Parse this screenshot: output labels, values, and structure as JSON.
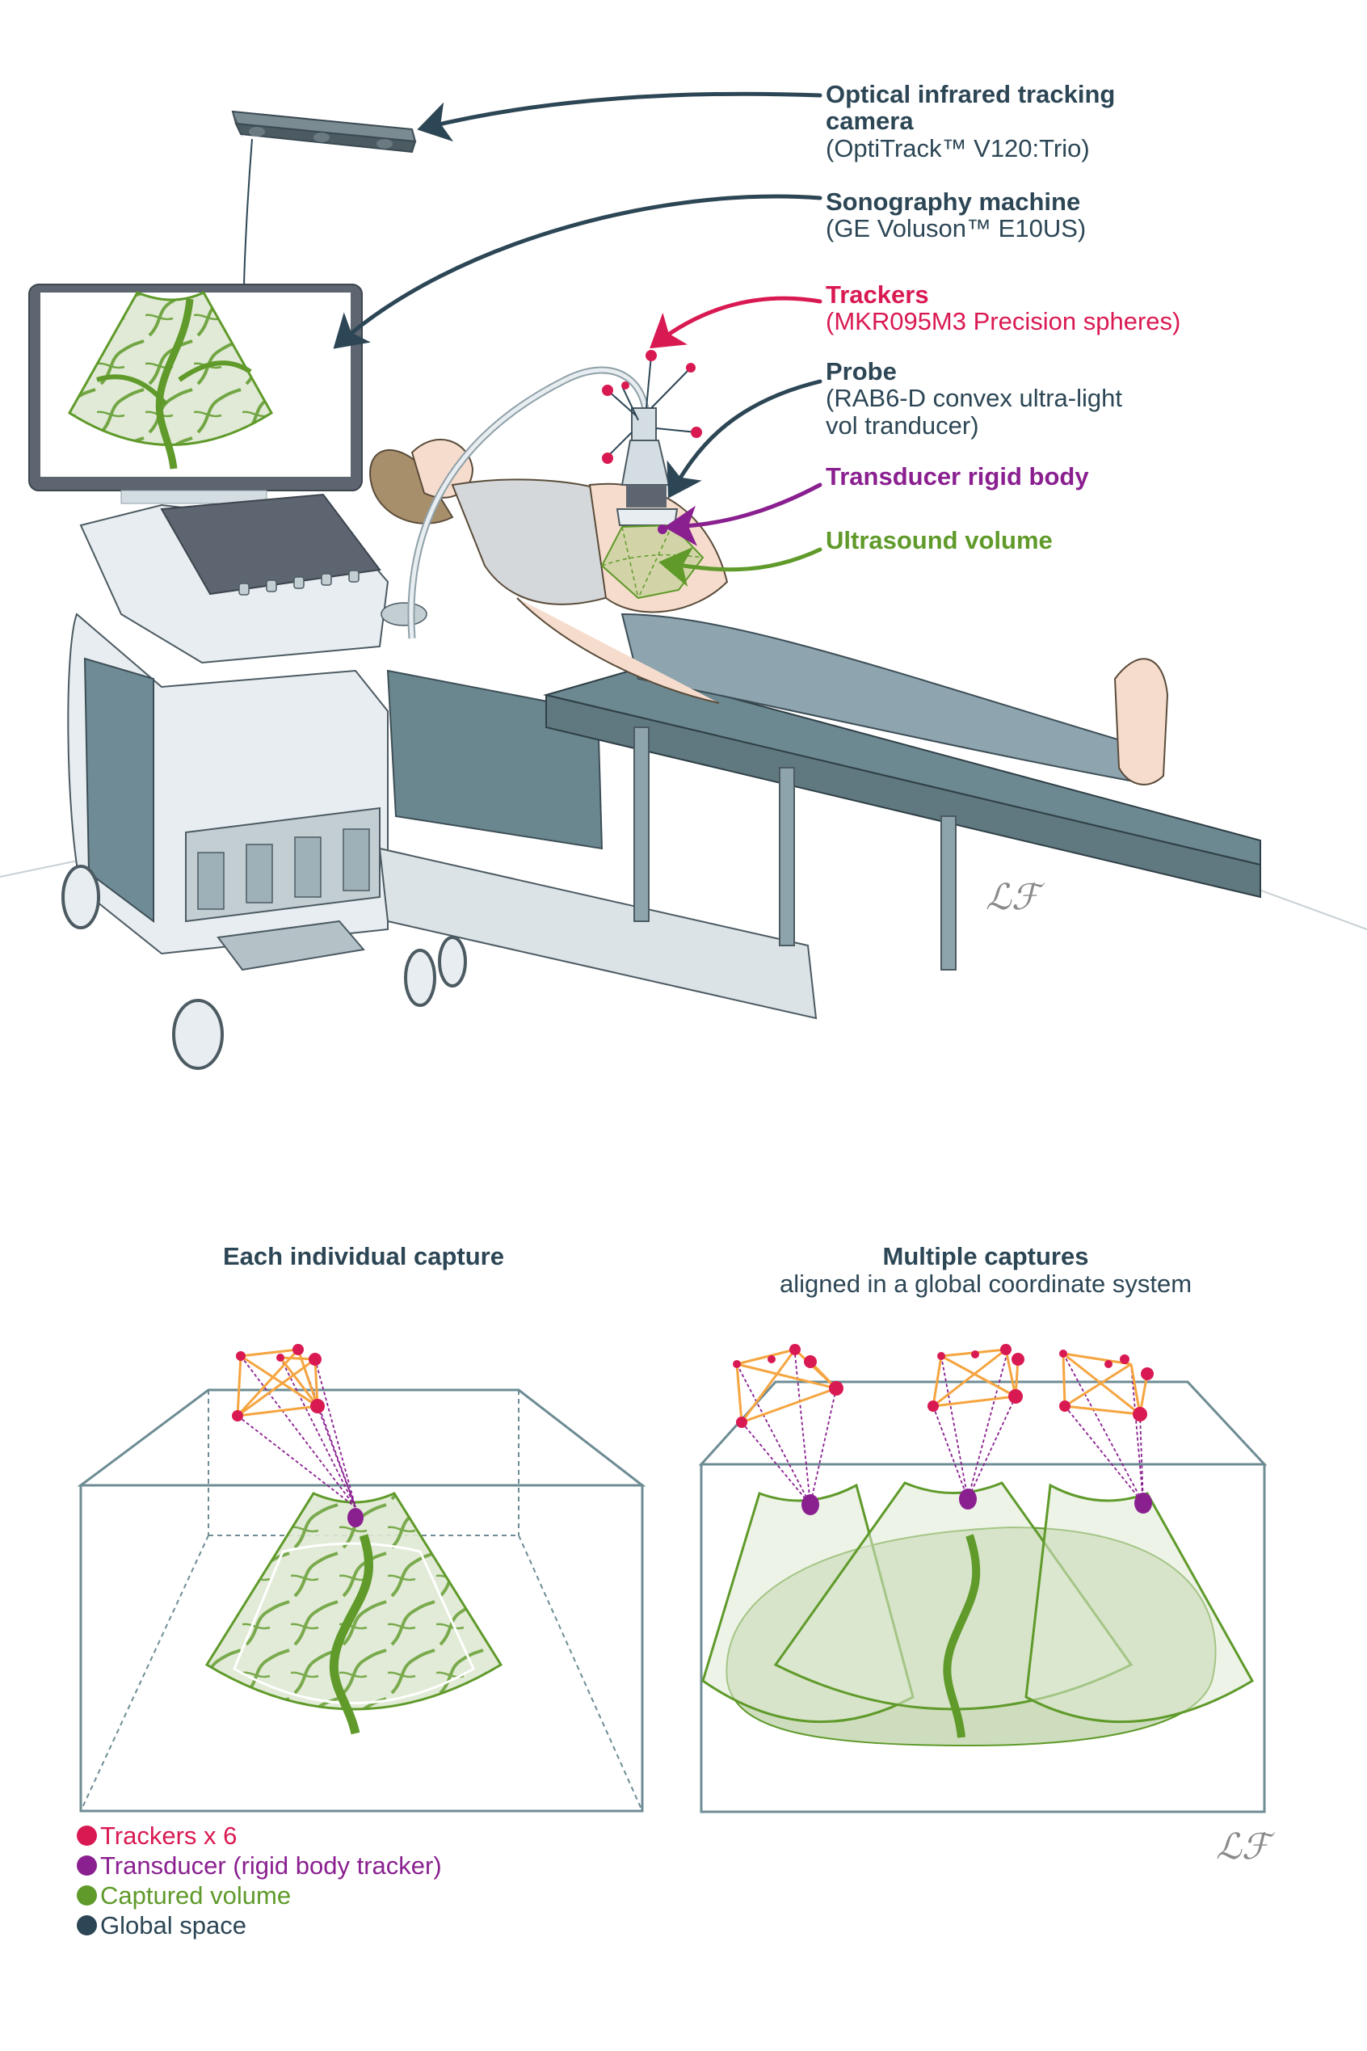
{
  "callouts": [
    {
      "id": "camera",
      "title": "Optical infrared tracking camera",
      "title_lines": [
        "Optical infrared tracking",
        "camera"
      ],
      "subtitle": "(OptiTrack™ V120:Trio)",
      "color": "#2c4655"
    },
    {
      "id": "sonography",
      "title": "Sonography machine",
      "subtitle": "(GE Voluson™ E10US)",
      "color": "#2c4655"
    },
    {
      "id": "trackers",
      "title": "Trackers",
      "subtitle": "(MKR095M3 Precision spheres)",
      "color": "#d91a52"
    },
    {
      "id": "probe",
      "title": "Probe",
      "subtitle_lines": [
        "(RAB6-D convex ultra-light",
        "vol tranducer)"
      ],
      "color": "#2c4655"
    },
    {
      "id": "transducer",
      "title": "Transducer rigid body",
      "color": "#8a2090"
    },
    {
      "id": "volume",
      "title": "Ultrasound volume",
      "color": "#5f9a2a"
    }
  ],
  "panels": {
    "left": {
      "title": "Each individual capture"
    },
    "right": {
      "title": "Multiple captures",
      "subtitle": "aligned in a global coordinate system"
    }
  },
  "legend": [
    {
      "label": "Trackers x 6",
      "color": "#d91a52"
    },
    {
      "label": "Transducer (rigid body tracker)",
      "color": "#8a2090"
    },
    {
      "label": "Captured volume",
      "color": "#5f9a2a"
    },
    {
      "label": "Global space",
      "color": "#2c4655"
    }
  ],
  "signature": "ℒℱ",
  "colors": {
    "dark": "#2c4655",
    "tracker": "#d91a52",
    "transducer": "#8a2090",
    "volume": "#5f9a2a",
    "volume_fill": "#dfe9d3",
    "link": "#f5a540",
    "box": "#6e8c94"
  }
}
